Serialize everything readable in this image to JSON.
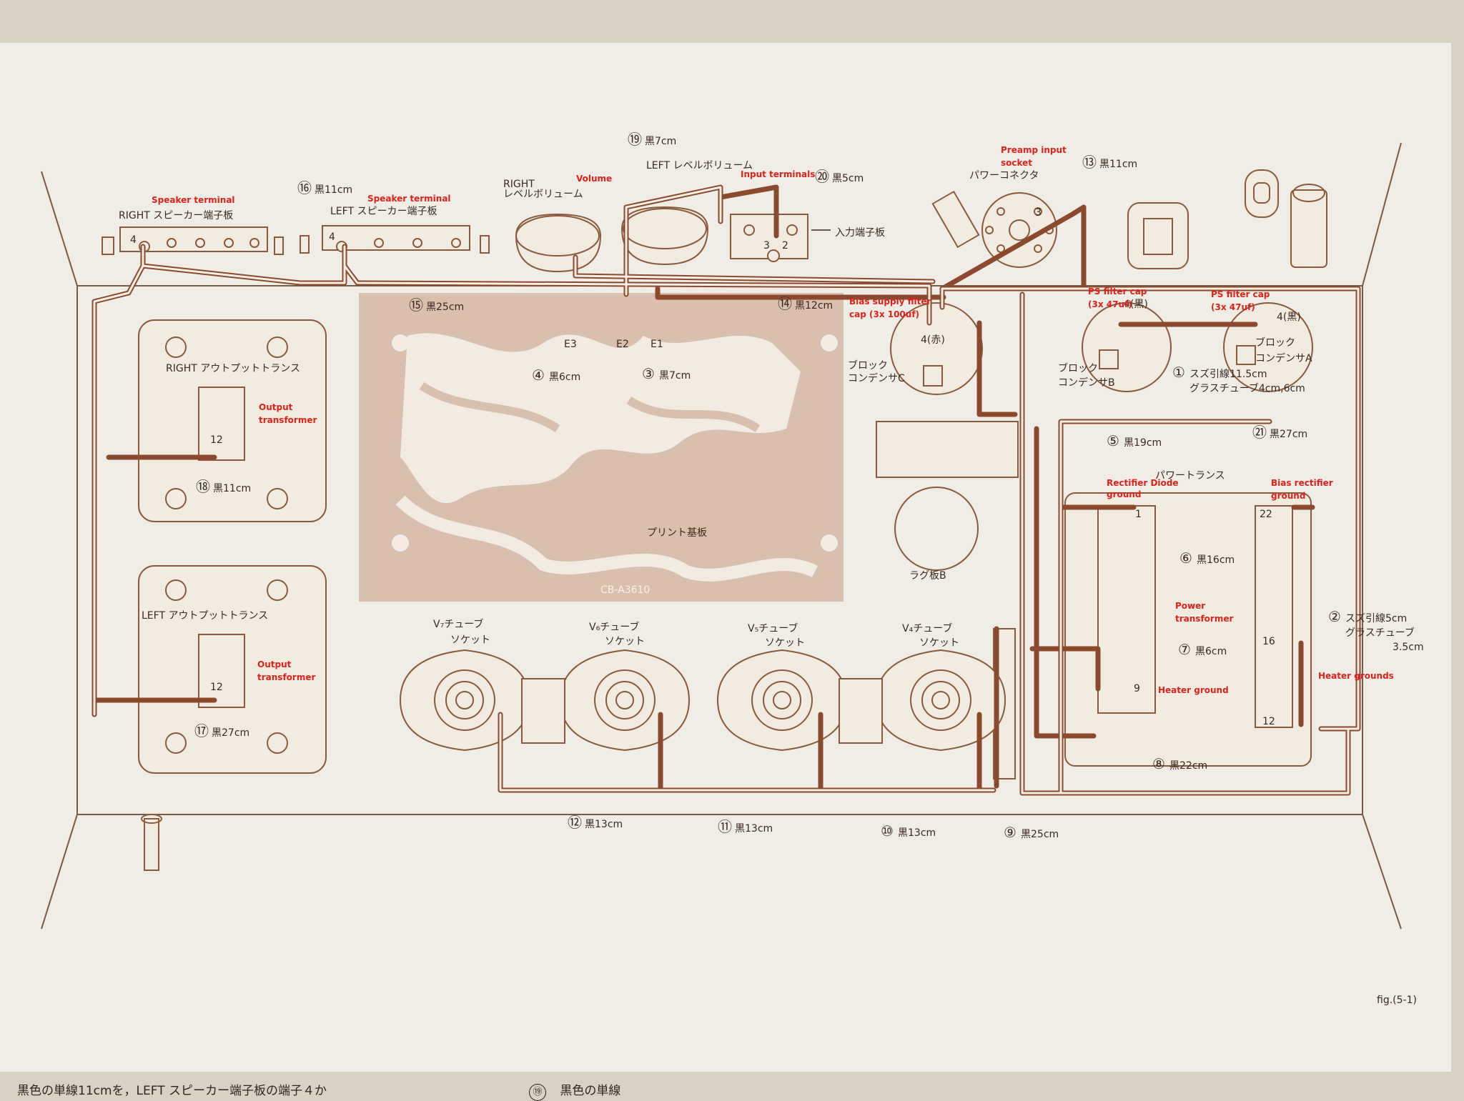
{
  "figure_label": "fig.(5-1)",
  "board": {
    "label": "プリント基板",
    "part_number": "CB-A3610",
    "pads": [
      "E3",
      "E2",
      "E1"
    ]
  },
  "components": {
    "right_speaker_terminal": "RIGHT スピーカー端子板",
    "left_speaker_terminal": "LEFT スピーカー端子板",
    "right_volume": [
      "RIGHT",
      "レベルボリューム"
    ],
    "left_volume": "LEFT レベルボリューム",
    "input_terminal": "入力端子板",
    "power_connector": "パワーコネクタ",
    "right_output_transformer": "RIGHT アウトプットトランス",
    "left_output_transformer": "LEFT アウトプットトランス",
    "block_cap_c": [
      "ブロック",
      "コンデンサC"
    ],
    "block_cap_b": [
      "ブロック",
      "コンデンサB"
    ],
    "block_cap_a": [
      "ブロック",
      "コンデンサA"
    ],
    "power_transformer": "パワートランス",
    "lug_board_b": "ラグ板B",
    "tube_sockets": [
      {
        "name": "V₇チューブ",
        "sub": "ソケット"
      },
      {
        "name": "V₆チューブ",
        "sub": "ソケット"
      },
      {
        "name": "V₅チューブ",
        "sub": "ソケット"
      },
      {
        "name": "V₄チューブ",
        "sub": "ソケット"
      }
    ]
  },
  "pin_labels": {
    "speaker_right_pin": "4",
    "speaker_left_pin": "4",
    "connector_pin": "3",
    "input_pins": [
      "3",
      "2"
    ],
    "cap_c_pin": "4(赤)",
    "cap_b_pin": "4(黒)",
    "cap_a_pin": "4(黒)",
    "right_ot_pin": "12",
    "left_ot_pin": "12",
    "pt_pins": [
      "1",
      "22",
      "9",
      "16",
      "12"
    ]
  },
  "wires": [
    {
      "num": "①",
      "text": "スズ引線11.5cm",
      "text2": "グラスチューブ4cm,6cm"
    },
    {
      "num": "②",
      "text": "スズ引線5cm",
      "text2": "グラスチューブ",
      "text3": "3.5cm"
    },
    {
      "num": "③",
      "text": "黒7cm"
    },
    {
      "num": "④",
      "text": "黒6cm"
    },
    {
      "num": "⑤",
      "text": "黒19cm"
    },
    {
      "num": "⑥",
      "text": "黒16cm"
    },
    {
      "num": "⑦",
      "text": "黒6cm"
    },
    {
      "num": "⑧",
      "text": "黒22cm"
    },
    {
      "num": "⑨",
      "text": "黒25cm"
    },
    {
      "num": "⑩",
      "text": "黒13cm"
    },
    {
      "num": "⑪",
      "text": "黒13cm"
    },
    {
      "num": "⑫",
      "text": "黒13cm"
    },
    {
      "num": "⑬",
      "text": "黒11cm"
    },
    {
      "num": "⑭",
      "text": "黒12cm"
    },
    {
      "num": "⑮",
      "text": "黒25cm"
    },
    {
      "num": "⑯",
      "text": "黒11cm"
    },
    {
      "num": "⑰",
      "text": "黒27cm"
    },
    {
      "num": "⑱",
      "text": "黒11cm"
    },
    {
      "num": "⑲",
      "text": "黒7cm"
    },
    {
      "num": "⑳",
      "text": "黒5cm"
    },
    {
      "num": "㉑",
      "text": "黒27cm"
    }
  ],
  "annotations": {
    "speaker_terminal_right": "Speaker terminal",
    "speaker_terminal_left": "Speaker terminal",
    "volume": "Volume",
    "input_terminals": "Input terminals",
    "preamp_input": [
      "Preamp input",
      "socket"
    ],
    "bias_cap": [
      "Bias supply filter",
      "cap (3x 100uf)"
    ],
    "ps_cap_b": [
      "PS filter cap",
      "(3x 47uf)"
    ],
    "ps_cap_a": [
      "PS filter cap",
      "(3x 47uf)"
    ],
    "output_transformer_right": [
      "Output",
      "transformer"
    ],
    "output_transformer_left": [
      "Output",
      "transformer"
    ],
    "rectifier_diode": [
      "Rectifier Diode",
      "ground"
    ],
    "bias_rectifier": [
      "Bias rectifier",
      "ground"
    ],
    "power_transformer": [
      "Power",
      "transformer"
    ],
    "heater_ground": "Heater ground",
    "heater_grounds": "Heater grounds"
  },
  "footer": {
    "text": "黒色の単線11cmを，LEFT スピーカー端子板の端子４か",
    "step_num": "⑲",
    "step_text": "黒色の単線"
  },
  "colors": {
    "wire": "#8b4a2e",
    "annotation": "#e0221c",
    "board": "#d9bfae",
    "paper": "#efede6"
  }
}
